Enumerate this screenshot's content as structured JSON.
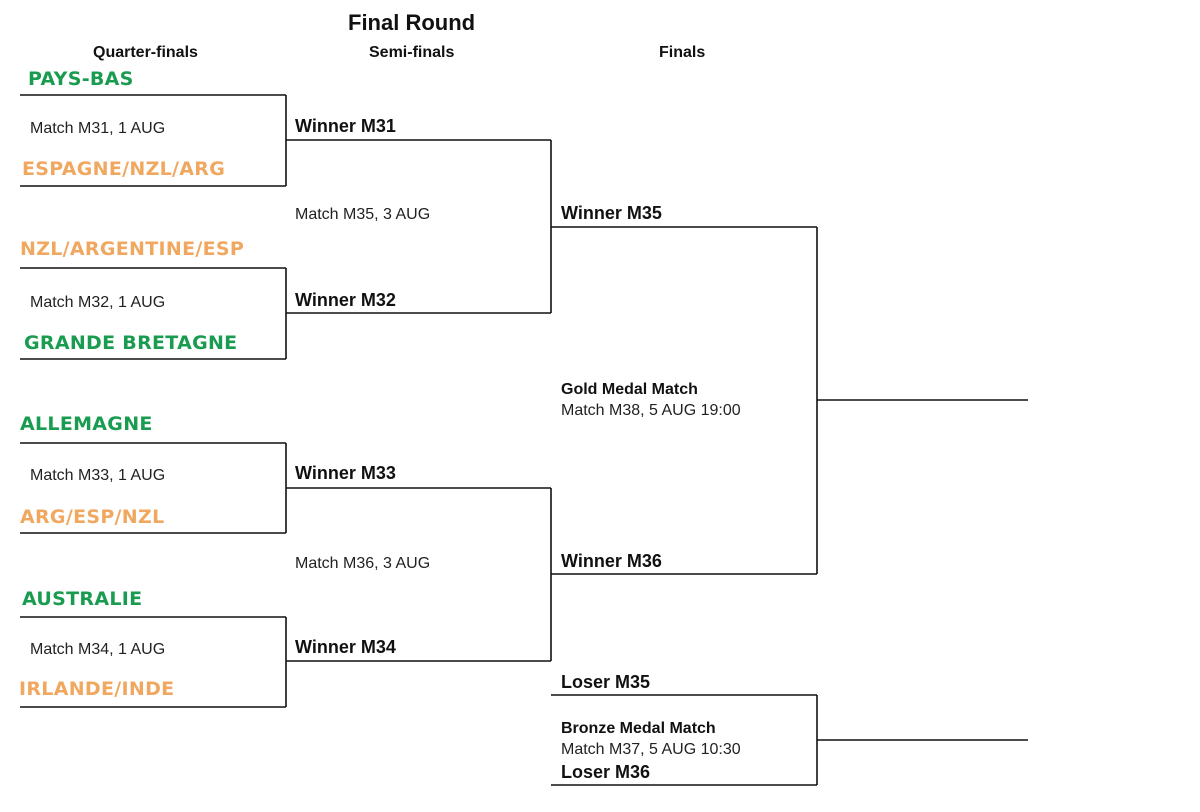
{
  "title": "Final Round",
  "columns": {
    "quarter": "Quarter-finals",
    "semi": "Semi-finals",
    "finals": "Finals"
  },
  "quarterfinals": [
    {
      "top_team": "PAYS-BAS",
      "match": "Match M31, 1 AUG",
      "bottom_team": "ESPAGNE/NZL/ARG"
    },
    {
      "top_team": "NZL/ARGENTINE/ESP",
      "match": "Match M32, 1 AUG",
      "bottom_team": "GRANDE BRETAGNE"
    },
    {
      "top_team": "ALLEMAGNE",
      "match": "Match M33, 1 AUG",
      "bottom_team": "ARG/ESP/NZL"
    },
    {
      "top_team": "AUSTRALIE",
      "match": "Match M34, 1 AUG",
      "bottom_team": "IRLANDE/INDE"
    }
  ],
  "semifinals": [
    {
      "top": "Winner M31",
      "match": "Match M35, 3 AUG",
      "bottom": "Winner M32"
    },
    {
      "top": "Winner M33",
      "match": "Match M36, 3 AUG",
      "bottom": "Winner M34"
    }
  ],
  "gold": {
    "top": "Winner M35",
    "title": "Gold Medal Match",
    "match": "Match M38, 5 AUG 19:00",
    "bottom": "Winner M36"
  },
  "bronze": {
    "top": "Loser M35",
    "title": "Bronze Medal Match",
    "match": "Match M37, 5 AUG 10:30",
    "bottom": "Loser M36"
  },
  "colors": {
    "confirmed_team": "#1a9c50",
    "pending_team": "#f0a860",
    "lines": "#111111"
  }
}
